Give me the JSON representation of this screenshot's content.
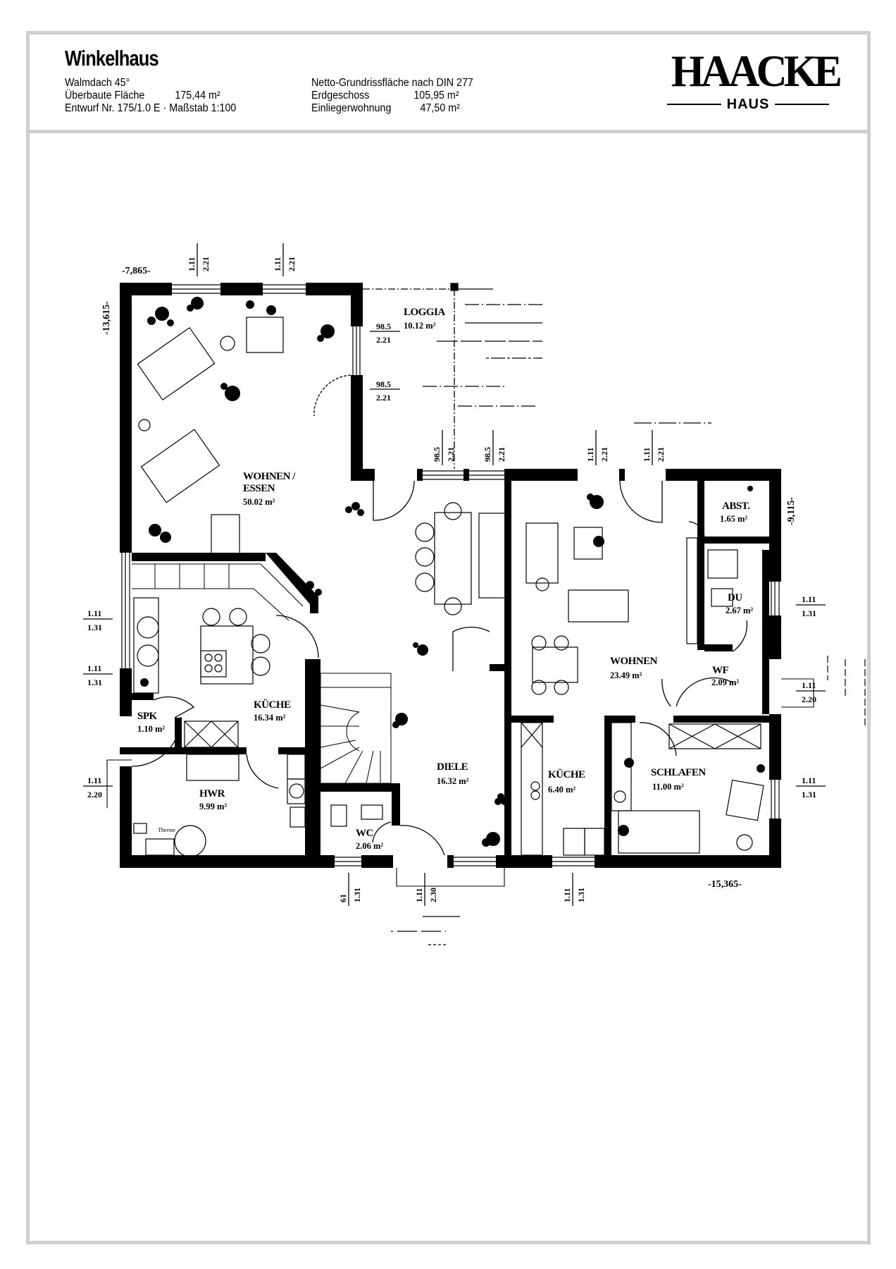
{
  "header": {
    "title": "Winkelhaus",
    "roof": "Walmdach 45°",
    "built_area_label": "Überbaute Fläche",
    "built_area_value": "175,44 m²",
    "design": "Entwurf Nr. 175/1.0 E · Maßstab 1:100",
    "net_area_label": "Netto-Grundrissfläche nach DIN 277",
    "ground_floor_label": "Erdgeschoss",
    "ground_floor_value": "105,95 m²",
    "granny_flat_label": "Einliegerwohnung",
    "granny_flat_value": "47,50 m²"
  },
  "logo": {
    "brand": "HAACKE",
    "sub": "HAUS"
  },
  "rooms": [
    {
      "name": "WOHNEN /",
      "name2": "ESSEN",
      "area": "50.02 m²"
    },
    {
      "name": "LOGGIA",
      "area": "10.12 m²"
    },
    {
      "name": "KÜCHE",
      "area": "16.34 m²"
    },
    {
      "name": "SPK",
      "area": "1.10 m²"
    },
    {
      "name": "HWR",
      "area": "9.99 m²"
    },
    {
      "name": "WC",
      "area": "2.06 m²"
    },
    {
      "name": "DIELE",
      "area": "16.32 m²"
    },
    {
      "name": "WOHNEN",
      "area": "23.49 m²"
    },
    {
      "name": "ABST.",
      "area": "1.65 m²"
    },
    {
      "name": "DU",
      "area": "2.67 m²"
    },
    {
      "name": "WF",
      "area": "2.09 m²"
    },
    {
      "name": "KÜCHE",
      "area": "6.40 m²"
    },
    {
      "name": "SCHLAFEN",
      "area": "11.00 m²"
    }
  ],
  "elevations": {
    "top_left": "-7,865-",
    "left": "-13,615-",
    "right": "-9,115-",
    "bottom_right": "-15,365-"
  },
  "dimensions": {
    "top_w1": [
      "1.11",
      "2.21"
    ],
    "top_w2": [
      "1.11",
      "2.21"
    ],
    "loggia_w1": [
      "98.5",
      "2.21"
    ],
    "loggia_w2": [
      "98.5",
      "2.21"
    ],
    "loggia_b1": [
      "98.5",
      "2.21"
    ],
    "loggia_b2": [
      "98.5",
      "2.21"
    ],
    "right_top1": [
      "1.11",
      "2.21"
    ],
    "right_top2": [
      "1.11",
      "2.21"
    ],
    "left_k1": [
      "1.11",
      "1.31"
    ],
    "left_k2": [
      "1.11",
      "1.31"
    ],
    "left_hwr": [
      "1.11",
      "2.20"
    ],
    "right_du": [
      "1.11",
      "1.31"
    ],
    "right_wf": [
      "1.11",
      "2.20"
    ],
    "right_sch": [
      "1.11",
      "1.31"
    ],
    "bottom_wc": [
      "61",
      "1.31"
    ],
    "bottom_entry": [
      "1.11",
      "2.30"
    ],
    "bottom_kue": [
      "1.11",
      "1.31"
    ]
  },
  "labels": {
    "therme": "Therme"
  }
}
